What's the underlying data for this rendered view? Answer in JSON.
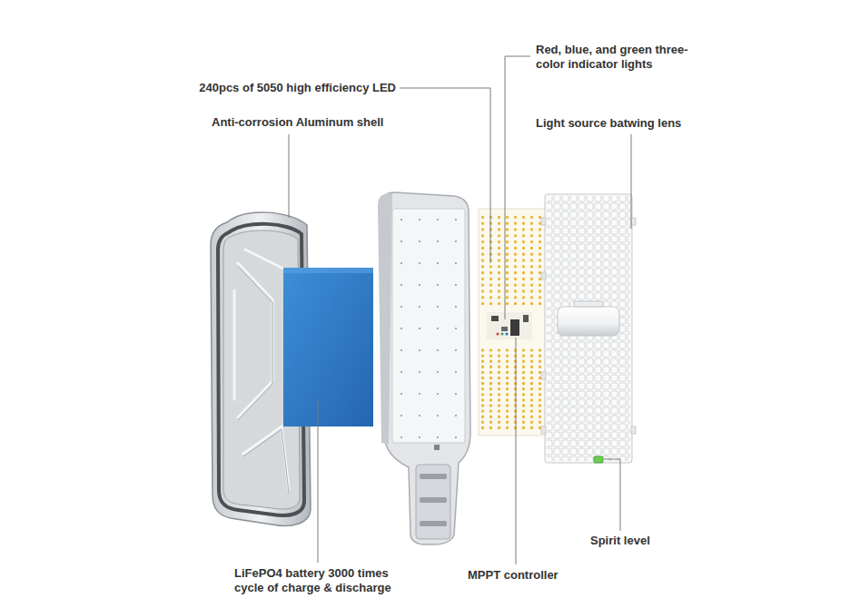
{
  "diagram": {
    "labels": [
      "Red, blue, and green three-color indicator lights",
      "240pcs of 5050 high efficiency LED",
      "Anti-corrosion Aluminum shell",
      "Light source batwing lens",
      "Spirit level",
      "LiFePO4 battery 3000 times cycle of charge & discharge",
      "MPPT controller"
    ]
  }
}
